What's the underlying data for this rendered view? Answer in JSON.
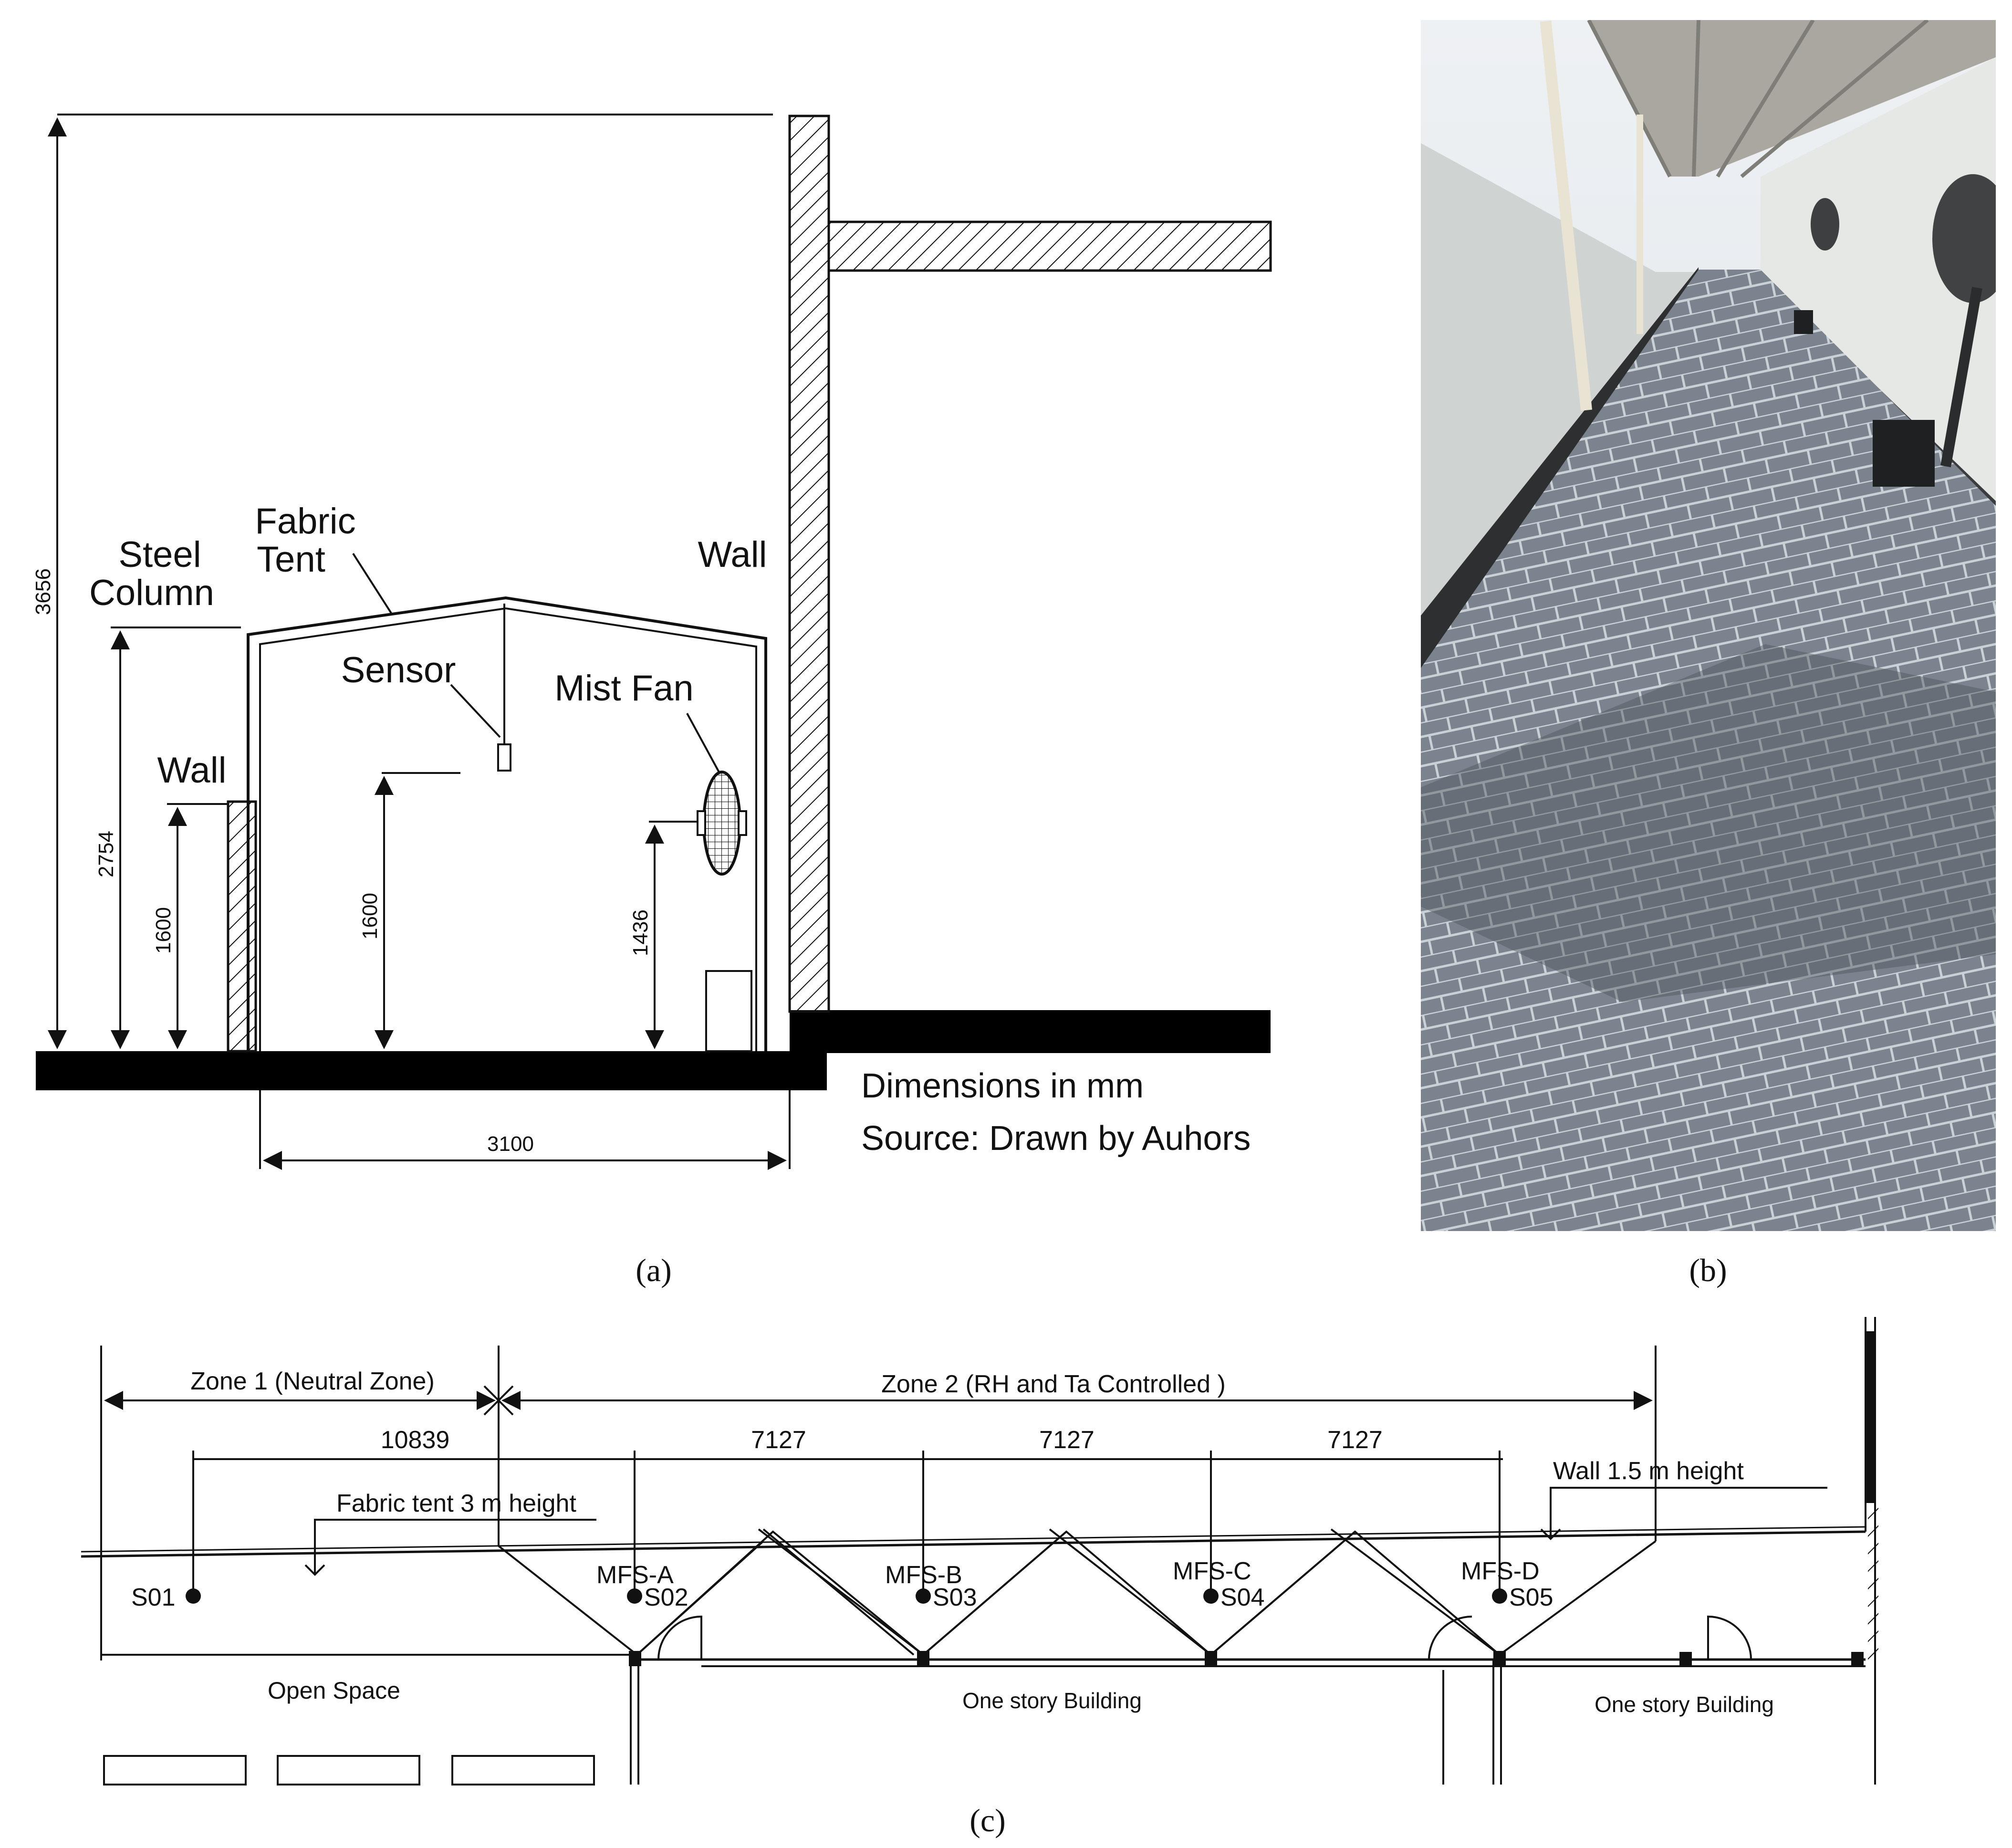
{
  "panel_a": {
    "caption": "(a)",
    "labels": {
      "steel_column": [
        "Steel",
        "Column"
      ],
      "fabric_tent": [
        "Fabric",
        "Tent"
      ],
      "wall_right": "Wall",
      "wall_left": "Wall",
      "sensor": "Sensor",
      "mist_fan": "Mist Fan"
    },
    "dimensions": {
      "total_height": "3656",
      "column_height": "2754",
      "wall_height": "1600",
      "sensor_height": "1600",
      "fan_height": "1436",
      "width": "3100"
    },
    "notes": [
      "Dimensions in mm",
      "Source: Drawn by Auhors"
    ]
  },
  "panel_b": {
    "caption": "(b)"
  },
  "panel_c": {
    "caption": "(c)",
    "zone1": "Zone 1 (Neutral Zone)",
    "zone2": "Zone 2 (RH and Ta Controlled )",
    "dims": [
      "10839",
      "7127",
      "7127",
      "7127"
    ],
    "fabric_note": "Fabric tent 3 m height",
    "wall_note": "Wall 1.5 m height",
    "fans": [
      "MFS-A",
      "MFS-B",
      "MFS-C",
      "MFS-D"
    ],
    "sensors": [
      "S01",
      "S02",
      "S03",
      "S04",
      "S05"
    ],
    "areas": [
      "Open Space",
      "One story Building",
      "One story Building"
    ]
  }
}
